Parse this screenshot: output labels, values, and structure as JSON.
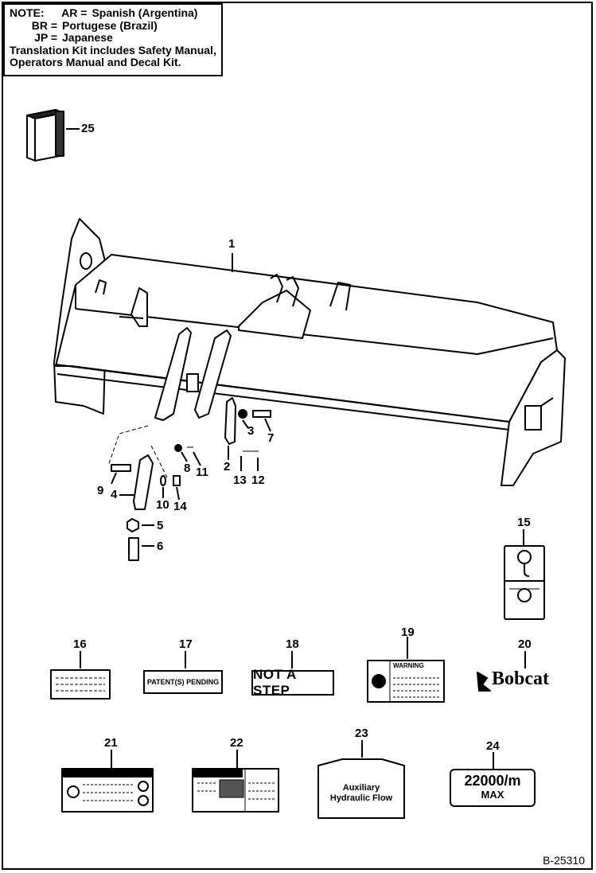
{
  "note": {
    "title": "NOTE:",
    "languages": [
      {
        "code": "AR =",
        "name": "Spanish (Argentina)"
      },
      {
        "code": "BR =",
        "name": "Portugese (Brazil)"
      },
      {
        "code": "JP =",
        "name": "Japanese"
      }
    ],
    "line1": "Translation Kit includes Safety Manual,",
    "line2": "Operators Manual and Decal Kit."
  },
  "callouts": {
    "c1": "1",
    "c2": "2",
    "c3": "3",
    "c4": "4",
    "c5": "5",
    "c6": "6",
    "c7": "7",
    "c8": "8",
    "c9": "9",
    "c10": "10",
    "c11": "11",
    "c12": "12",
    "c13": "13",
    "c14": "14",
    "c15": "15",
    "c16": "16",
    "c17": "17",
    "c18": "18",
    "c19": "19",
    "c20": "20",
    "c21": "21",
    "c22": "22",
    "c23": "23",
    "c24": "24",
    "c25": "25"
  },
  "decals": {
    "d17": "PATENT(S) PENDING",
    "d18": "NOT A STEP",
    "d19_title": "WARNING",
    "d20": "Bobcat",
    "d23_line1": "Auxiliary",
    "d23_line2": "Hydraulic Flow",
    "d24_line1": "2200",
    "d24_unit": "0/m",
    "d24_line2": "MAX"
  },
  "figure_id": "B-25310"
}
